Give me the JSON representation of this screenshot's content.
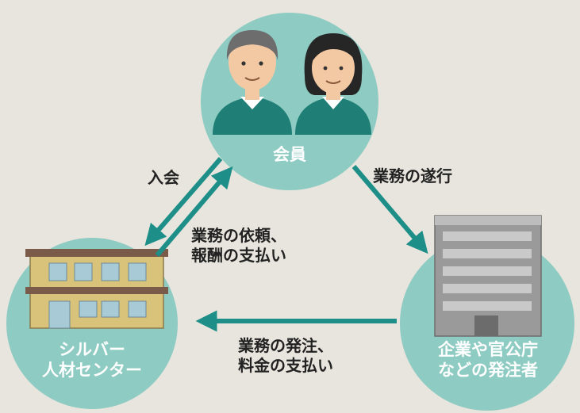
{
  "nodes": {
    "members": "会員",
    "silver_center": [
      "シルバー",
      "人材センター"
    ],
    "clients": [
      "企業や官公庁",
      "などの発注者"
    ]
  },
  "flows": {
    "join": "入会",
    "request": [
      "業務の依頼、",
      "報酬の支払い"
    ],
    "execute": "業務の遂行",
    "order": [
      "業務の発注、",
      "料金の支払い"
    ]
  },
  "colors": {
    "circle": "#8ecbc2",
    "arrow": "#1e8f88",
    "shirt": "#1f7f77",
    "skin": "#f3c9a3",
    "background": "#e7e5dd"
  }
}
